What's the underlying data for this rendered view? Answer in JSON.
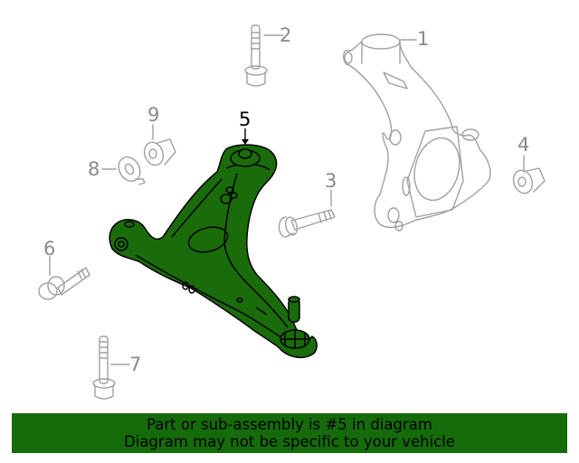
{
  "diagram": {
    "highlight_color": "#1a6b0a",
    "outline_color": "#9a9a9a",
    "callouts": [
      {
        "id": "1",
        "label": "1",
        "part": "steering-knuckle"
      },
      {
        "id": "2",
        "label": "2",
        "part": "bolt"
      },
      {
        "id": "3",
        "label": "3",
        "part": "bolt"
      },
      {
        "id": "4",
        "label": "4",
        "part": "nut"
      },
      {
        "id": "5",
        "label": "5",
        "part": "lower-control-arm",
        "highlighted": true
      },
      {
        "id": "6",
        "label": "6",
        "part": "bolt"
      },
      {
        "id": "7",
        "label": "7",
        "part": "bolt"
      },
      {
        "id": "8",
        "label": "8",
        "part": "washer"
      },
      {
        "id": "9",
        "label": "9",
        "part": "nut"
      }
    ]
  },
  "banner": {
    "line1": "Part or sub-assembly is #5 in diagram",
    "line2": "Diagram may not be specific to your vehicle",
    "background": "#156b0a"
  }
}
